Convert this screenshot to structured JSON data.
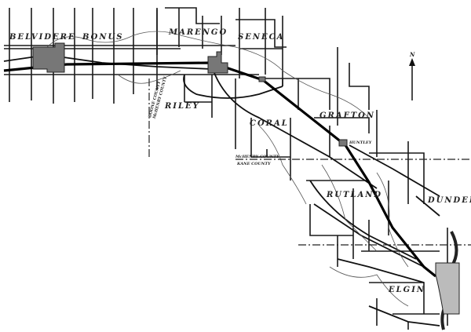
{
  "townships": {
    "belvidere": "BELVIDERE",
    "bonus": "BONUS",
    "marengo": "MARENGO",
    "seneca": "SENECA",
    "riley": "RILEY",
    "coral": "CORAL",
    "grafton": "GRAFTON",
    "rutland": "RUTLAND",
    "dundee": "DUNDEE",
    "elgin": "ELGIN"
  },
  "towns": {
    "huntley": "HUNTLEY"
  },
  "county_lines": {
    "boone_mchenry_upper": "BOONE COUNTY",
    "boone_mchenry_lower": "McHENRY COUNTY",
    "mchenry_kane_upper": "McHENRY COUNTY",
    "mchenry_kane_lower": "KANE COUNTY"
  },
  "north_arrow": {
    "label": "N",
    "icon": "north-arrow-icon"
  },
  "colors": {
    "ink": "#111111",
    "town_fill": "#777777",
    "background": "#ffffff"
  }
}
